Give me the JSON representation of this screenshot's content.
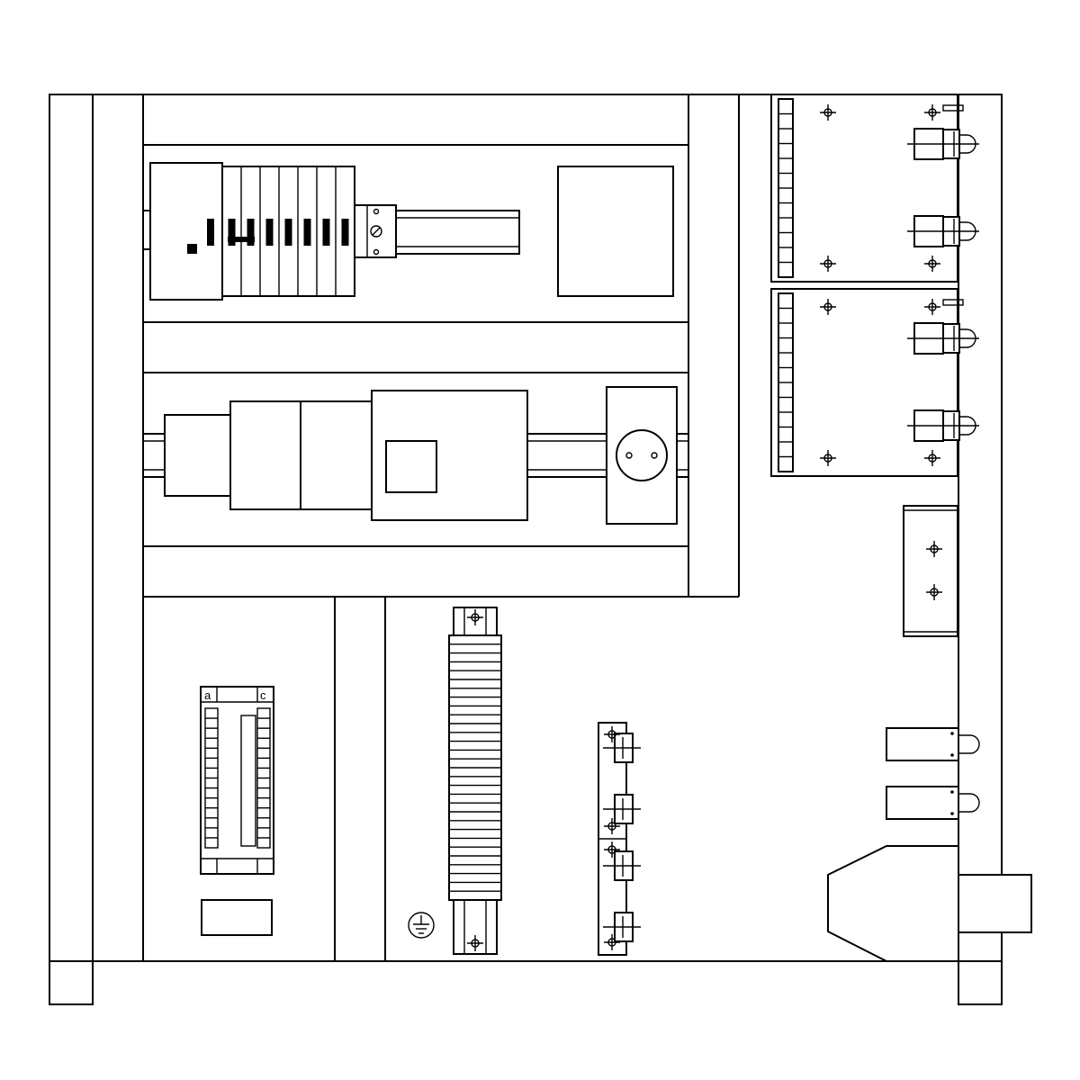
{
  "diagram": {
    "terminal_strip": {
      "left_label": "a",
      "right_label": "c",
      "row_count": 14
    },
    "heatsink_fin_count": 30,
    "breaker_pole_count": 7,
    "connector_pair_count": 4,
    "icons": {
      "socket": "schuko-socket-icon",
      "ground": "ground-icon",
      "screw": "screw-icon"
    },
    "colors": {
      "line": "#000000",
      "background": "#ffffff"
    }
  }
}
